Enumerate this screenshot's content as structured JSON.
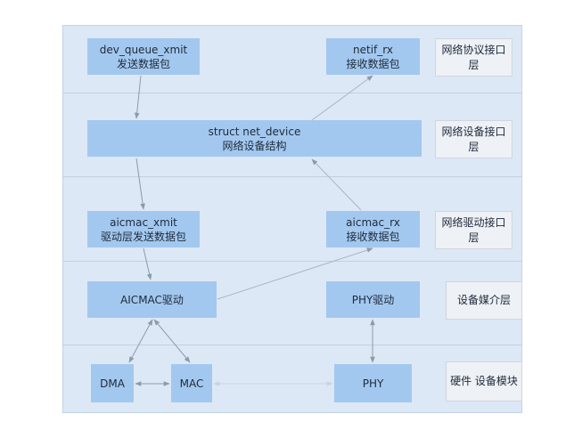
{
  "nodes": {
    "dev_queue_xmit": {
      "line1": "dev_queue_xmit",
      "line2": "发送数据包"
    },
    "netif_rx": {
      "line1": "netif_rx",
      "line2": "接收数据包"
    },
    "net_device": {
      "line1": "struct net_device",
      "line2": "网络设备结构"
    },
    "aicmac_xmit": {
      "line1": "aicmac_xmit",
      "line2": "驱动层发送数据包"
    },
    "aicmac_rx": {
      "line1": "aicmac_rx",
      "line2": "接收数据包"
    },
    "aicmac_driver": {
      "line1": "AICMAC驱动"
    },
    "phy_driver": {
      "line1": "PHY驱动"
    },
    "dma": {
      "line1": "DMA"
    },
    "mac": {
      "line1": "MAC"
    },
    "phy": {
      "line1": "PHY"
    }
  },
  "layers": {
    "protocol_interface": "网络协议接口层",
    "device_interface": "网络设备接口层",
    "driver_interface": "网络驱动接口层",
    "device_media": "设备媒介层",
    "hardware": "硬件 设备模块"
  },
  "colors": {
    "background": "#dde8f6",
    "box": "#a3c8ef",
    "label": "#eef1f5",
    "arrow": "#8d9aab",
    "arrow_light": "#c9d3df"
  }
}
